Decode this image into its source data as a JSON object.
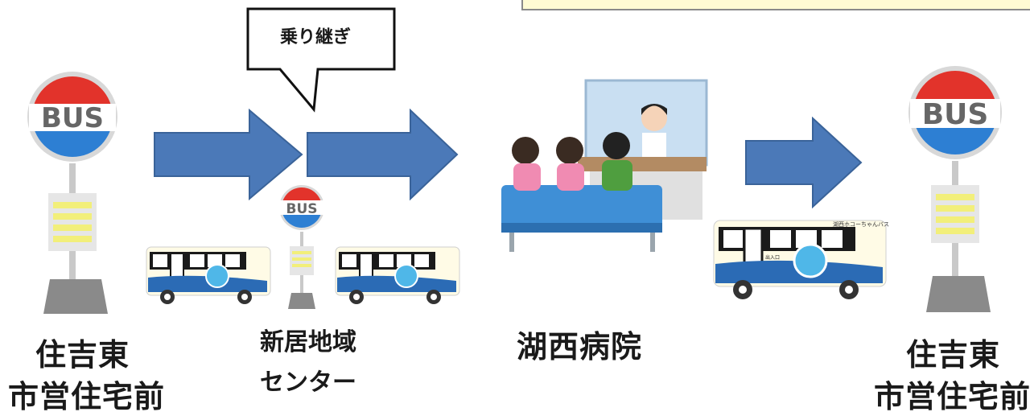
{
  "callout": {
    "text": "乗り継ぎ"
  },
  "stops": {
    "start": {
      "line1": "住吉東",
      "line2": "市営住宅前",
      "sign": "BUS"
    },
    "transfer": {
      "line1": "新居地域",
      "line2": "センター",
      "sign": "BUS"
    },
    "hospital": {
      "name": "湖西病院"
    },
    "end": {
      "line1": "住吉東",
      "line2": "市営住宅前",
      "sign": "BUS"
    }
  },
  "bus": {
    "name": "湖西ホコーちゃんバス",
    "door_label": "出入口"
  },
  "colors": {
    "arrow": "#4b79b8",
    "sign_red": "#e2332b",
    "sign_blue": "#2d7fd3",
    "timetable": "#f2ef7a",
    "bus_body": "#ffffff",
    "bus_stripe": "#2b6bb5"
  }
}
